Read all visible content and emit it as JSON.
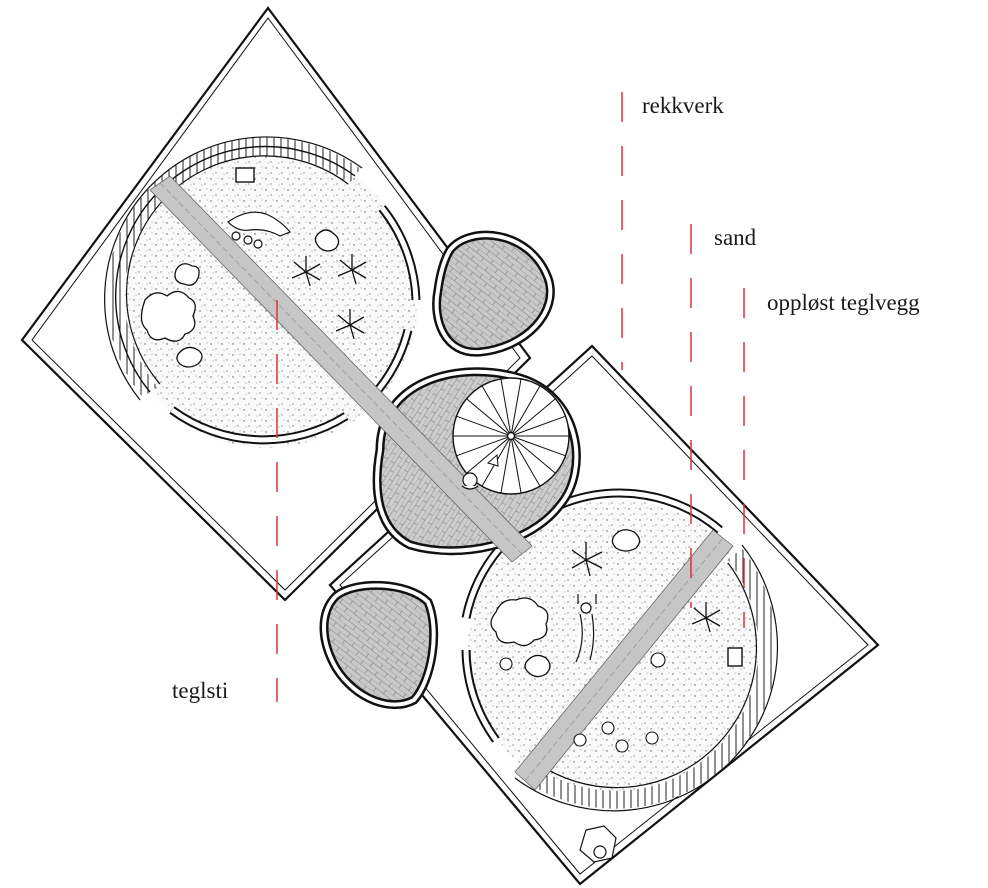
{
  "labels": {
    "railing": "rekkverk",
    "sand": "sand",
    "dissolved_brick_wall": "oppløst teglvegg",
    "brick_path": "teglsti"
  },
  "colors": {
    "leader": "#e0313a",
    "ink": "#111111",
    "paving": "#c9c9c9",
    "sand_dots": "#555555"
  }
}
